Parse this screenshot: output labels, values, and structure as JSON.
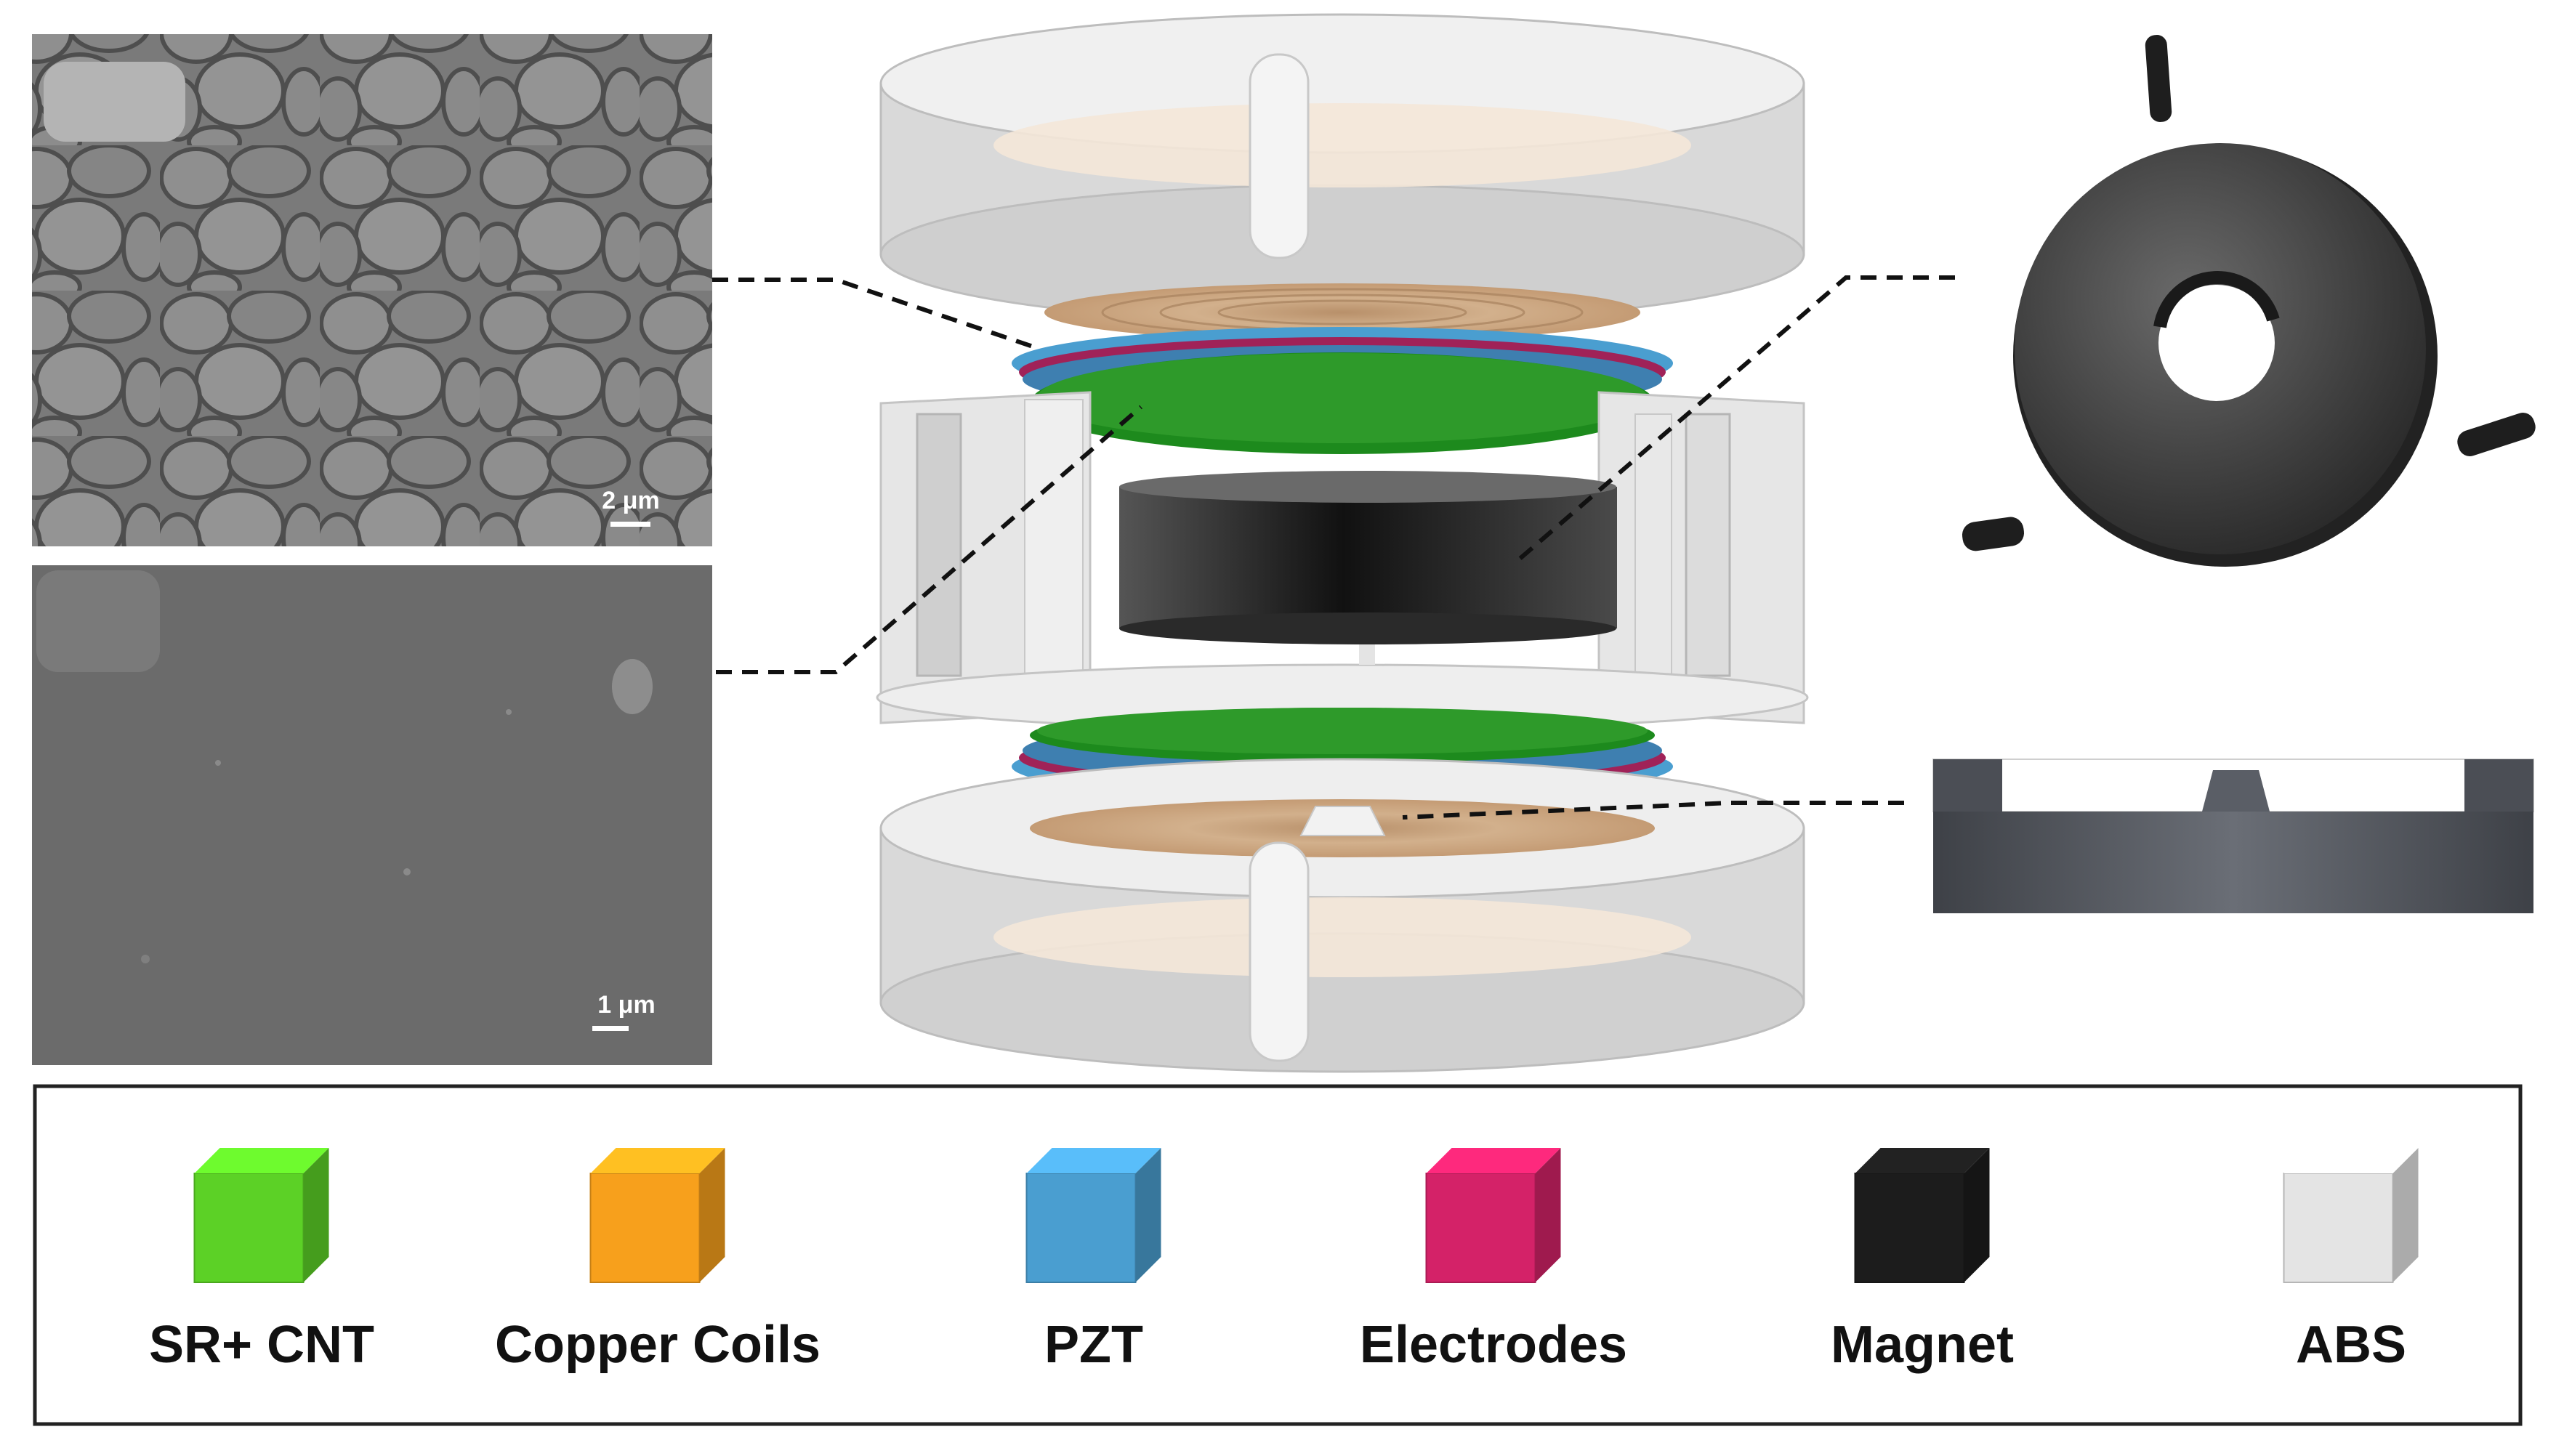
{
  "sem_images": {
    "top": {
      "scale_label": "2 μm"
    },
    "bottom": {
      "scale_label": "1 μm"
    }
  },
  "legend": {
    "items": [
      {
        "label": "SR+ CNT",
        "color": "#5cd126"
      },
      {
        "label": "Copper Coils",
        "color": "#f7a01c"
      },
      {
        "label": "PZT",
        "color": "#4a9ed0"
      },
      {
        "label": "Electrodes",
        "color": "#d42268"
      },
      {
        "label": "Magnet",
        "color": "#1c1c1c"
      },
      {
        "label": "ABS",
        "color": "#e4e4e4"
      }
    ]
  },
  "colors": {
    "sr_cnt": "#1d8a1d",
    "pzt": "#4a9ed0",
    "electrodes": "#a02258",
    "copper": "#c9a27a",
    "magnet": "#3a3a3a",
    "abs": "#eeeeee"
  }
}
